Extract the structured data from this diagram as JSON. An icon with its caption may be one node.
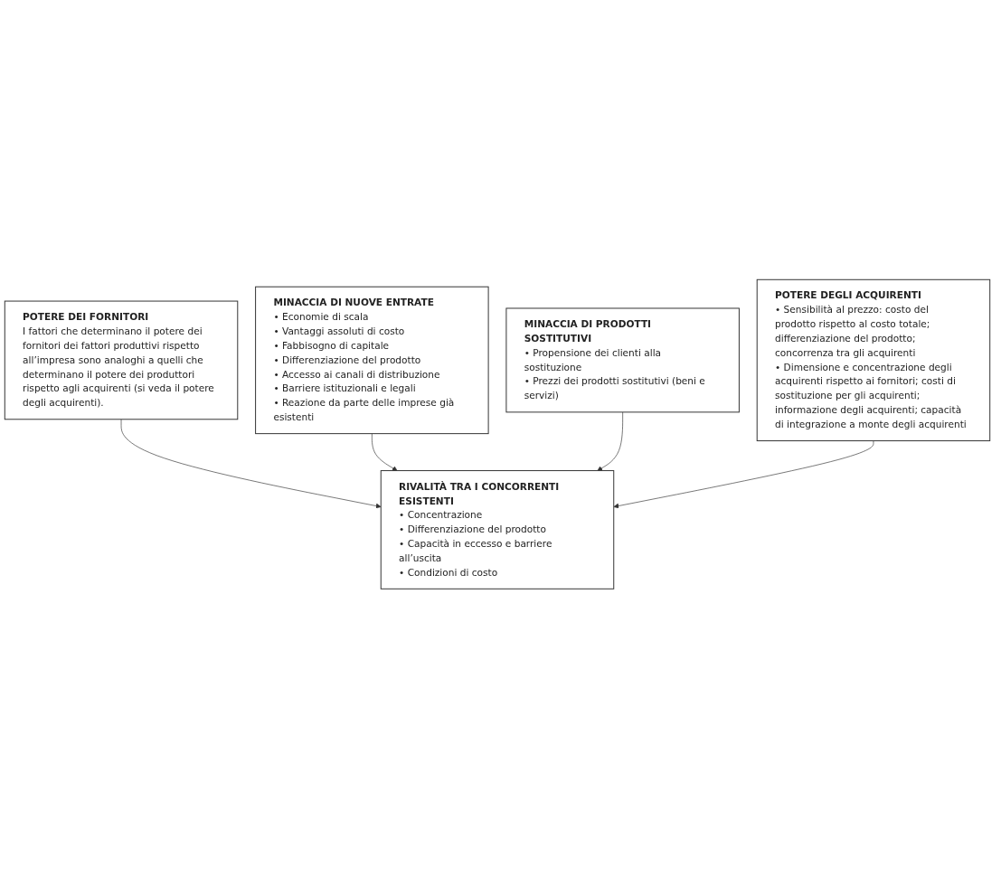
{
  "diagram": {
    "nodes": [
      {
        "text": [
          "POTERE DEI FORNITORI",
          "I fattori che determinano il potere dei fornitori dei fattori produttivi rispetto all’impresa sono analoghi a quelli che determinano il potere dei produttori rispetto agli acquirenti (si veda il potere degli acquirenti)."
        ]
      },
      {
        "text": [
          "MINACCIA DI NUOVE ENTRATE",
          "• Economie di scala",
          "• Vantaggi assoluti di costo",
          "• Fabbisogno di capitale",
          "• Differenziazione del prodotto",
          "• Accesso ai canali di distribuzione",
          "• Barriere istituzionali e legali",
          "• Reazione da parte delle imprese già esistenti"
        ]
      },
      {
        "text": [
          "RIVALITÀ TRA I CONCORRENTI ESISTENTI",
          "• Concentrazione",
          "• Differenziazione del prodotto",
          "• Capacità in eccesso e barriere all’uscita",
          "• Condizioni di costo"
        ]
      },
      {
        "text": [
          "MINACCIA DI PRODOTTI SOSTITUTIVI",
          "• Propensione dei clienti alla sostituzione",
          "• Prezzi dei prodotti sostitutivi (beni e servizi)"
        ]
      },
      {
        "text": [
          "POTERE DEGLI ACQUIRENTI",
          "• Sensibilità al prezzo: costo del prodotto rispetto al costo totale; differenziazione del prodotto; concorrenza tra gli acquirenti",
          "• Dimensione e concentrazione degli acquirenti rispetto ai fornitori; costi di sostituzione per gli acquirenti; informazione degli acquirenti; capacità di integrazione a monte degli acquirenti"
        ]
      }
    ],
    "edges": [
      {
        "from": 0,
        "to": 2,
        "arrow": "to"
      },
      {
        "from": 1,
        "to": 2,
        "arrow": "to"
      },
      {
        "from": 3,
        "to": 2,
        "arrow": "to"
      },
      {
        "from": 4,
        "to": 2,
        "arrow": "to"
      }
    ]
  }
}
